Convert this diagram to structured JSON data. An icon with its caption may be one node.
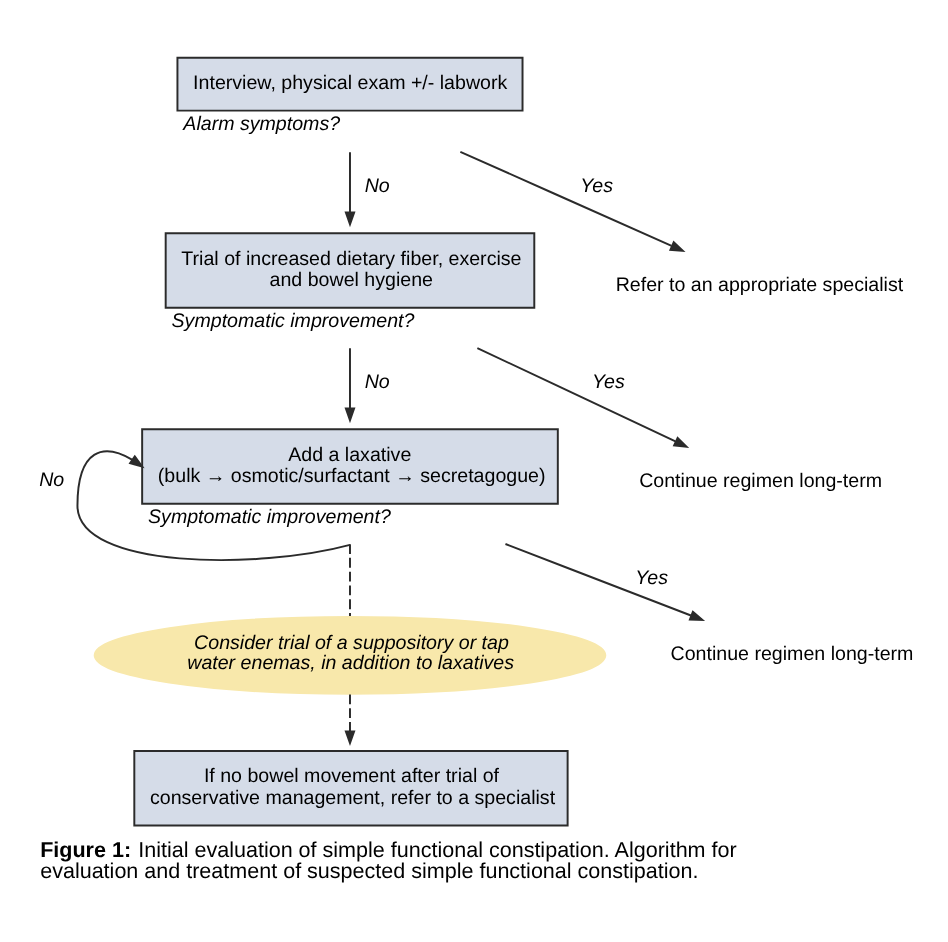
{
  "diagram": {
    "caption": "**Figure 1:** Initial evaluation of simple functional constipation. Algorithm for evaluation and treatment of suspected simple functional constipation.",
    "nodes": [
      {
        "text": [
          "Interview, physical exam +/- labwork"
        ],
        "beside": [
          "Alarm symptoms?"
        ]
      },
      {
        "text": [
          "Refer to an appropriate specialist"
        ]
      },
      {
        "text": [
          "Trial of increased dietary fiber, exercise and bowel hygiene"
        ],
        "beside": [
          "Symptomatic improvement?"
        ]
      },
      {
        "text": [
          "Continue regimen long-term"
        ]
      },
      {
        "text": [
          "Add a laxative",
          "(bulk → osmotic/surfactant → secretagogue)"
        ],
        "beside": [
          "Symptomatic improvement?"
        ]
      },
      {
        "text": [
          "Continue regimen long-term"
        ]
      },
      {
        "text": [
          "Consider trial of a suppository or tap water enemas, in addition to laxatives"
        ]
      },
      {
        "text": [
          "If no bowel movement after trial of conservative management, refer to a specialist"
        ]
      }
    ],
    "edges": [
      {
        "from": 0,
        "to": 2,
        "arrow": "to",
        "label": "No"
      },
      {
        "from": 0,
        "to": 1,
        "arrow": "to",
        "label": "Yes"
      },
      {
        "from": 2,
        "to": 4,
        "arrow": "to",
        "label": "No"
      },
      {
        "from": 2,
        "to": 3,
        "arrow": "to",
        "label": "Yes"
      },
      {
        "from": 4,
        "to": 4,
        "arrow": "to",
        "label": "No"
      },
      {
        "from": 4,
        "to": 6,
        "arrow": "none",
        "style": "dashed"
      },
      {
        "from": 4,
        "to": 5,
        "arrow": "to",
        "label": "Yes"
      },
      {
        "from": 6,
        "to": 7,
        "arrow": "to",
        "style": "dashed"
      }
    ]
  }
}
